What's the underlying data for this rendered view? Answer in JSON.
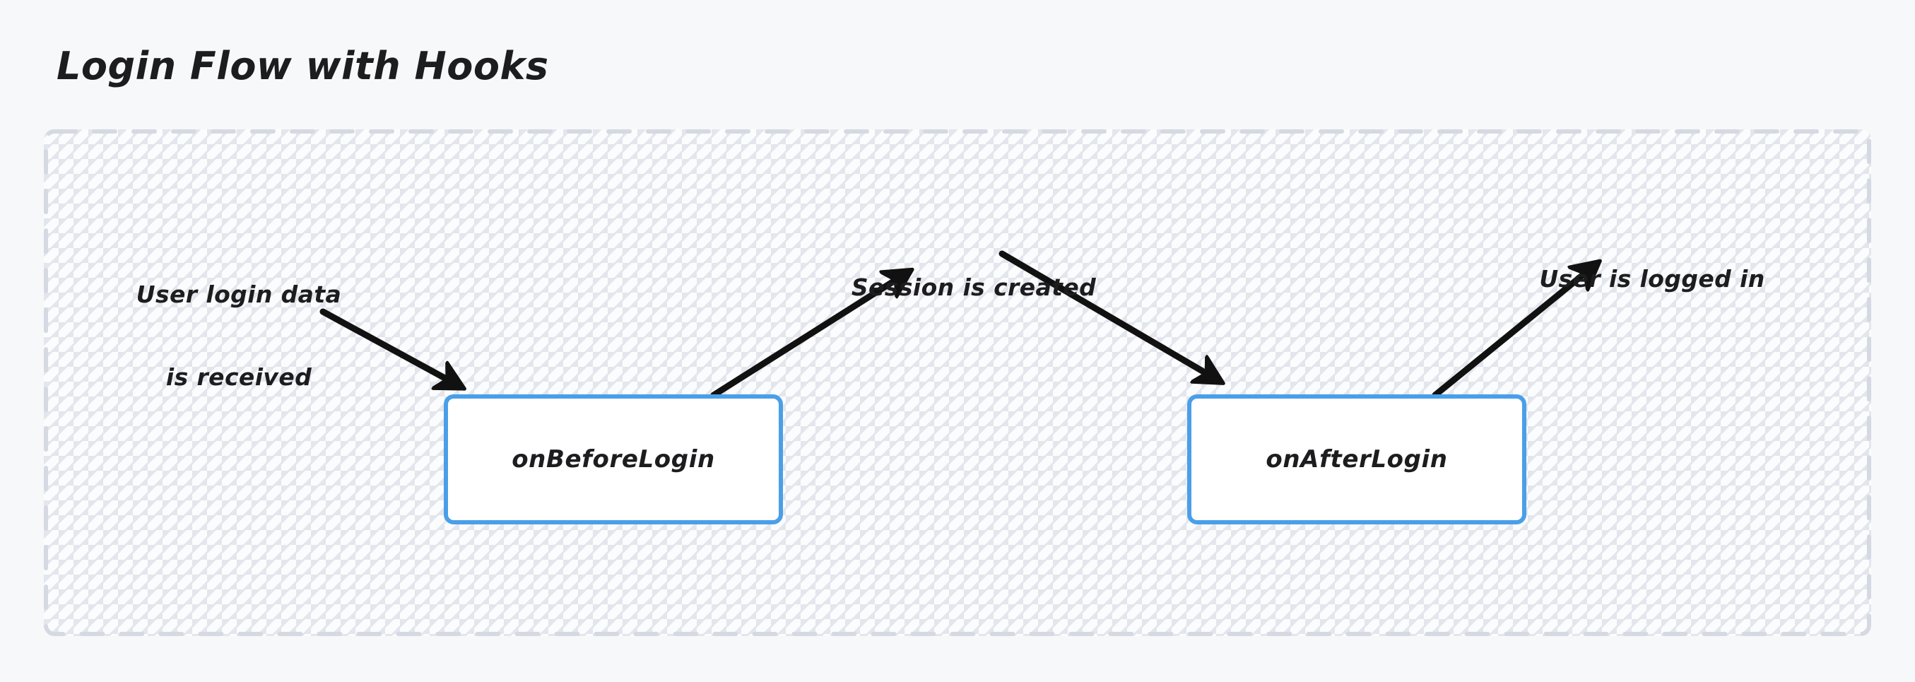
{
  "page": {
    "title": "Login Flow with Hooks",
    "background_color": "#f7f8fa"
  },
  "canvas": {
    "frame_fill": "#fbfcfd",
    "frame_border_color": "#d5d9e2",
    "frame_border_style": "dashed",
    "hatch_color": "#c4c9d6"
  },
  "nodes": [
    {
      "id": "on-before-login",
      "label": "onBeforeLogin",
      "border_color": "#4a9fe8",
      "fill_color": "#ffffff"
    },
    {
      "id": "on-after-login",
      "label": "onAfterLogin",
      "border_color": "#4a9fe8",
      "fill_color": "#ffffff"
    }
  ],
  "annotations": [
    {
      "id": "user-login-data",
      "line1": "User login data",
      "line2": "is received",
      "arrow_direction": "down-right",
      "points_to": "on-before-login"
    },
    {
      "id": "session-created",
      "line1": "Session is created",
      "line2": "",
      "arrow_direction": "up-right",
      "points_from": "on-before-login"
    },
    {
      "id": "user-logged-in",
      "line1": "User is logged in",
      "line2": "",
      "arrow_direction": "up-right",
      "points_from": "on-after-login"
    }
  ],
  "arrows": [
    {
      "id": "arrow-login-data-to-before-login",
      "from_label": "User login data is received",
      "to_node": "onBeforeLogin",
      "color": "#111111"
    },
    {
      "id": "arrow-before-login-to-session",
      "from_node": "onBeforeLogin",
      "to_label": "Session is created",
      "color": "#111111"
    },
    {
      "id": "arrow-session-to-after-login",
      "from_label": "Session is created",
      "to_node": "onAfterLogin",
      "color": "#111111"
    },
    {
      "id": "arrow-after-login-to-logged-in",
      "from_node": "onAfterLogin",
      "to_label": "User is logged in",
      "color": "#111111"
    }
  ]
}
